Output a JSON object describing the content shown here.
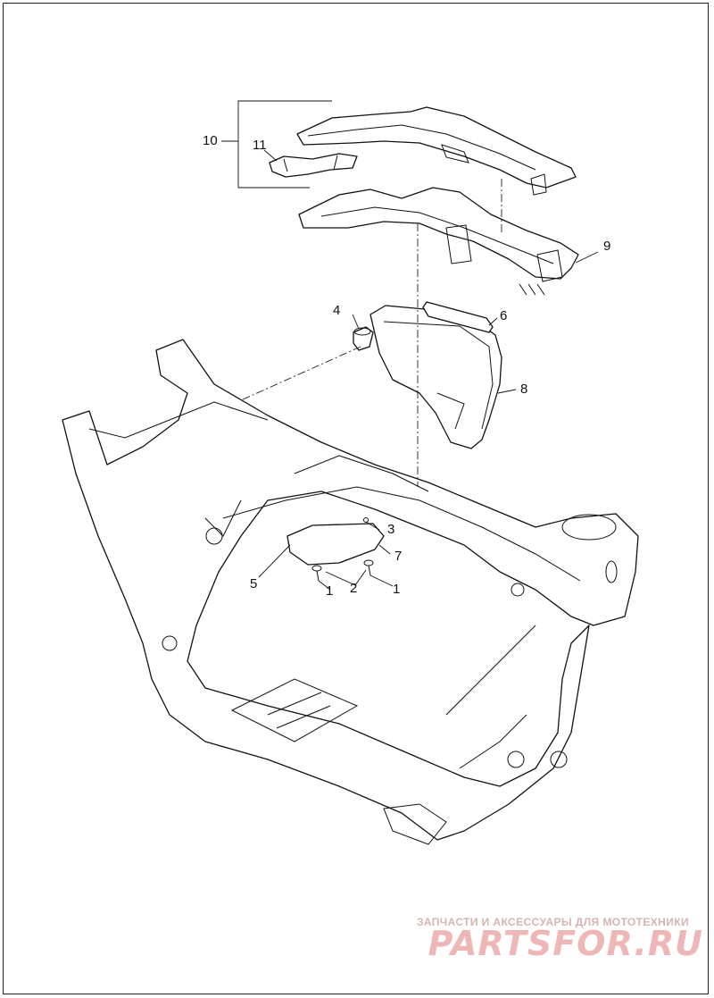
{
  "callouts": [
    {
      "id": "1a",
      "text": "1"
    },
    {
      "id": "1b",
      "text": "1"
    },
    {
      "id": "2",
      "text": "2"
    },
    {
      "id": "3",
      "text": "3"
    },
    {
      "id": "4",
      "text": "4"
    },
    {
      "id": "5",
      "text": "5"
    },
    {
      "id": "6",
      "text": "6"
    },
    {
      "id": "7",
      "text": "7"
    },
    {
      "id": "8",
      "text": "8"
    },
    {
      "id": "9",
      "text": "9"
    },
    {
      "id": "10",
      "text": "10"
    },
    {
      "id": "11",
      "text": "11"
    }
  ],
  "watermark": {
    "tagline": "ЗАПЧАСТИ И АКСЕССУАРЫ ДЛЯ МОТОТЕХНИКИ",
    "brand": "PARTSFOR.RU"
  }
}
